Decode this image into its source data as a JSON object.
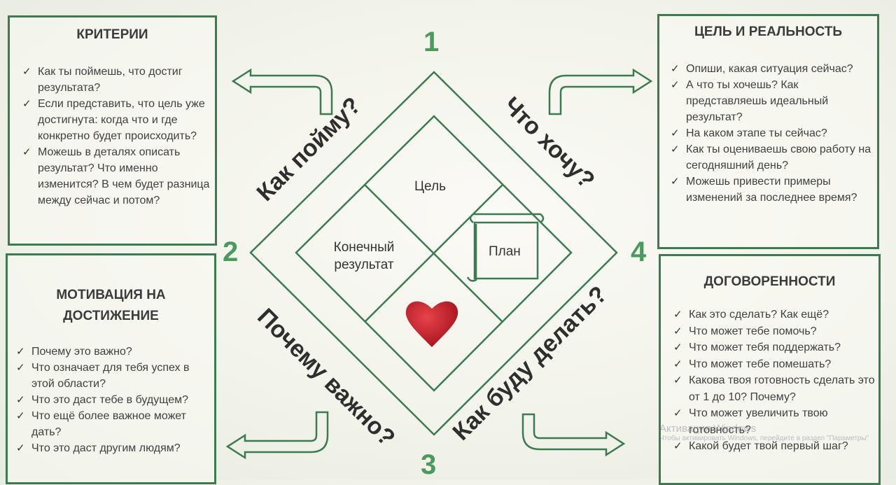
{
  "boxes": {
    "criteria": {
      "title": "КРИТЕРИИ",
      "items": [
        "Как ты поймешь, что достиг результата?",
        "Если представить, что цель уже достигнута: когда что и где конкретно будет происходить?",
        "Можешь в деталях описать результат? Что именно изменится? В чем будет разница между сейчас и потом?"
      ]
    },
    "goal": {
      "title": "ЦЕЛЬ И РЕАЛЬНОСТЬ",
      "items": [
        "Опиши, какая ситуация сейчас?",
        "А что ты хочешь? Как представляешь идеальный результат?",
        "На каком этапе ты сейчас?",
        "Как ты оцениваешь свою работу на сегодняшний день?",
        "Можешь привести примеры изменений за последнее время?"
      ]
    },
    "motivation": {
      "title": "МОТИВАЦИЯ НА ДОСТИЖЕНИЕ",
      "items": [
        "Почему это важно?",
        "Что означает для тебя успех в этой области?",
        "Что это даст тебе в будущем?",
        "Что ещё более важное может дать?",
        "Что это даст другим людям?"
      ]
    },
    "agreements": {
      "title": "ДОГОВОРЕННОСТИ",
      "items": [
        "Как это сделать? Как ещё?",
        "Что может тебе помочь?",
        "Что может тебя поддержать?",
        "Что может тебе помешать?",
        "Какова твоя готовность сделать это от 1 до 10? Почему?",
        "Что может увеличить твою готовность?",
        "Какой будет твой первый шаг?"
      ]
    }
  },
  "numbers": {
    "n1": "1",
    "n2": "2",
    "n3": "3",
    "n4": "4"
  },
  "diagonals": {
    "how_know": "Как пойму?",
    "what_want": "Что хочу?",
    "why_important": "Почему важно?",
    "how_do": "Как буду делать?"
  },
  "inner": {
    "goal": "Цель",
    "end_result_line1": "Конечный",
    "end_result_line2": "результат",
    "plan": "План"
  },
  "watermark": {
    "line1": "Активация Windows",
    "line2": "Чтобы активировать Windows, перейдите в раздел \"Параметры\""
  },
  "colors": {
    "frame": "#3c7a50",
    "number": "#4a9a5e",
    "heart": "#c8232b"
  },
  "icons": [
    "heart-icon",
    "scroll-icon",
    "arrow-icon",
    "check-icon"
  ]
}
